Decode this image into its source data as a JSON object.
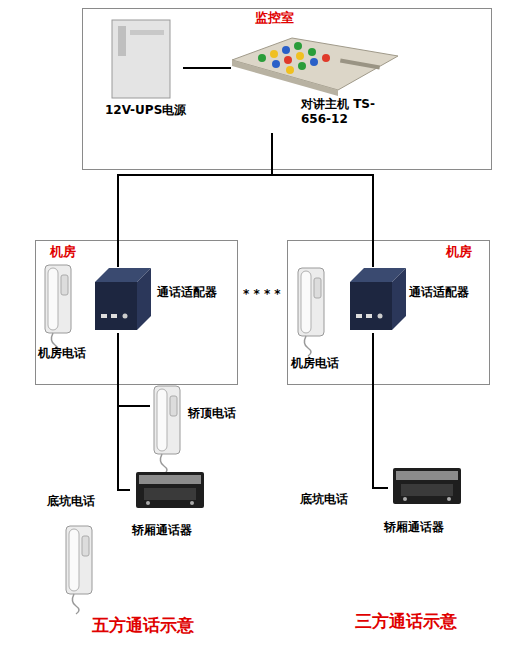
{
  "diagram": {
    "nodes": [
      {
        "text": [
          "监控室"
        ]
      },
      {
        "text": [
          "12V-UPS电源"
        ],
        "in": 0
      },
      {
        "text": [
          "对讲主机 TS-656-12"
        ],
        "in": 0
      },
      {
        "text": [
          "机房"
        ]
      },
      {
        "text": [
          "机房电话"
        ],
        "in": 3
      },
      {
        "text": [
          "通话适配器"
        ],
        "in": 3
      },
      {
        "text": [
          "机房"
        ]
      },
      {
        "text": [
          "机房电话"
        ],
        "in": 6
      },
      {
        "text": [
          "通话适配器"
        ],
        "in": 6
      },
      {
        "text": [
          "轿顶电话"
        ]
      },
      {
        "text": [
          "底坑电话"
        ]
      },
      {
        "text": [
          "轿厢通话器"
        ]
      },
      {
        "text": [
          "底坑电话"
        ]
      },
      {
        "text": [
          "轿厢通话器"
        ]
      }
    ],
    "edges": [
      {
        "from": 1,
        "to": 2,
        "arrow": "none"
      },
      {
        "from": 2,
        "to": 5,
        "arrow": "none"
      },
      {
        "from": 2,
        "to": 8,
        "arrow": "none"
      },
      {
        "from": 5,
        "to": 9,
        "arrow": "none"
      },
      {
        "from": 5,
        "to": 11,
        "arrow": "none"
      },
      {
        "from": 8,
        "to": 13,
        "arrow": "none"
      }
    ],
    "labels": [
      "* * * *",
      "五方通话示意",
      "三方通话示意"
    ]
  }
}
